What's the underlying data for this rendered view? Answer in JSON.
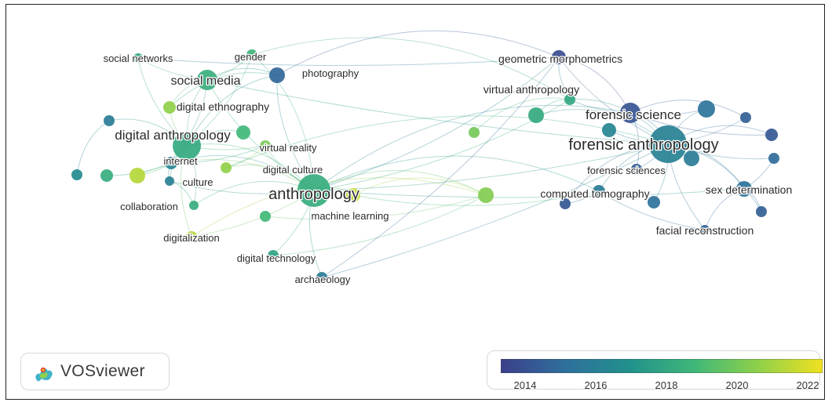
{
  "legend": {
    "colors": [
      "#3b3f8a",
      "#2f6f9c",
      "#21918c",
      "#3fb779",
      "#8fd04a",
      "#f0e120"
    ],
    "ticks": [
      "2014",
      "2016",
      "2018",
      "2020",
      "2022"
    ],
    "tick_range": [
      2013.5,
      2022.6
    ]
  },
  "logo": {
    "text": "VOSviewer"
  },
  "network": {
    "nodes": [
      {
        "id": "social-networks",
        "label": "social networks",
        "year": 2018.2
      },
      {
        "id": "gender",
        "label": "gender",
        "year": 2018.8
      },
      {
        "id": "photography",
        "label": "photography",
        "year": 2015.0
      },
      {
        "id": "social-media",
        "label": "social media",
        "year": 2018.6
      },
      {
        "id": "digital-ethnography",
        "label": "digital ethnography",
        "year": 2020.8
      },
      {
        "id": "digital-anthropology",
        "label": "digital anthropology",
        "year": 2018.3
      },
      {
        "id": "virtual-reality",
        "label": "virtual reality",
        "year": 2020.3
      },
      {
        "id": "internet",
        "label": "internet",
        "year": 2016.5
      },
      {
        "id": "digital-culture",
        "label": "digital culture",
        "year": 2020.8
      },
      {
        "id": "culture",
        "label": "culture",
        "year": 2016.2
      },
      {
        "id": "anthropology",
        "label": "anthropology",
        "year": 2018.5
      },
      {
        "id": "collaboration",
        "label": "collaboration",
        "year": 2018.5
      },
      {
        "id": "machine-learning",
        "label": "machine learning",
        "year": 2021.8
      },
      {
        "id": "digitalization",
        "label": "digitalization",
        "year": 2021.5
      },
      {
        "id": "digital-technology",
        "label": "digital technology",
        "year": 2018.0
      },
      {
        "id": "archaeology",
        "label": "archaeology",
        "year": 2016.0
      },
      {
        "id": "geometric-morphometrics",
        "label": "geometric morphometrics",
        "year": 2014.0
      },
      {
        "id": "virtual-anthropology",
        "label": "virtual anthropology",
        "year": 2018.2
      },
      {
        "id": "forensic-science",
        "label": "forensic science",
        "year": 2014.3
      },
      {
        "id": "forensic-anthropology",
        "label": "forensic anthropology",
        "year": 2016.3
      },
      {
        "id": "forensic-sciences",
        "label": "forensic sciences",
        "year": 2014.6
      },
      {
        "id": "computed-tomography",
        "label": "computed tomography",
        "year": 2016.0
      },
      {
        "id": "sex-determination",
        "label": "sex determination",
        "year": 2015.5
      },
      {
        "id": "facial-reconstruction",
        "label": "facial reconstruction",
        "year": 2014.8
      },
      {
        "id": "n1",
        "label": "",
        "year": 2019.0
      },
      {
        "id": "n2",
        "label": "",
        "year": 2016.0
      },
      {
        "id": "n3",
        "label": "",
        "year": 2021.5
      },
      {
        "id": "n4",
        "label": "",
        "year": 2018.5
      },
      {
        "id": "n5",
        "label": "",
        "year": 2016.8
      },
      {
        "id": "n6",
        "label": "",
        "year": 2020.5
      },
      {
        "id": "n7",
        "label": "",
        "year": 2020.2
      },
      {
        "id": "n8",
        "label": "",
        "year": 2018.3
      },
      {
        "id": "n9",
        "label": "",
        "year": 2019.0
      },
      {
        "id": "n10",
        "label": "",
        "year": 2015.6
      },
      {
        "id": "n11",
        "label": "",
        "year": 2014.7
      },
      {
        "id": "n12",
        "label": "",
        "year": 2014.5
      },
      {
        "id": "n13",
        "label": "",
        "year": 2015.2
      },
      {
        "id": "n14",
        "label": "",
        "year": 2014.7
      },
      {
        "id": "n15",
        "label": "",
        "year": 2016.0
      },
      {
        "id": "n16",
        "label": "",
        "year": 2015.5
      },
      {
        "id": "n17",
        "label": "",
        "year": 2014.4
      },
      {
        "id": "n18",
        "label": "",
        "year": 2016.5
      }
    ],
    "links": [
      [
        "anthropology",
        "digital-anthropology"
      ],
      [
        "anthropology",
        "social-media"
      ],
      [
        "anthropology",
        "internet"
      ],
      [
        "anthropology",
        "virtual-reality"
      ],
      [
        "anthropology",
        "digital-culture"
      ],
      [
        "anthropology",
        "machine-learning"
      ],
      [
        "anthropology",
        "archaeology"
      ],
      [
        "anthropology",
        "digital-technology"
      ],
      [
        "anthropology",
        "collaboration"
      ],
      [
        "anthropology",
        "culture"
      ],
      [
        "anthropology",
        "forensic-anthropology"
      ],
      [
        "anthropology",
        "forensic-science"
      ],
      [
        "anthropology",
        "virtual-anthropology"
      ],
      [
        "anthropology",
        "computed-tomography"
      ],
      [
        "anthropology",
        "geometric-morphometrics"
      ],
      [
        "anthropology",
        "photography"
      ],
      [
        "anthropology",
        "gender"
      ],
      [
        "anthropology",
        "digitalization"
      ],
      [
        "anthropology",
        "n3"
      ],
      [
        "anthropology",
        "n6"
      ],
      [
        "anthropology",
        "sex-determination"
      ],
      [
        "digital-anthropology",
        "social-media"
      ],
      [
        "digital-anthropology",
        "internet"
      ],
      [
        "digital-anthropology",
        "digital-ethnography"
      ],
      [
        "digital-anthropology",
        "culture"
      ],
      [
        "digital-anthropology",
        "social-networks"
      ],
      [
        "digital-anthropology",
        "gender"
      ],
      [
        "digital-anthropology",
        "photography"
      ],
      [
        "digital-anthropology",
        "virtual-reality"
      ],
      [
        "digital-anthropology",
        "collaboration"
      ],
      [
        "digital-anthropology",
        "n2"
      ],
      [
        "digital-anthropology",
        "n1"
      ],
      [
        "digital-anthropology",
        "digitalization"
      ],
      [
        "social-media",
        "social-networks"
      ],
      [
        "social-media",
        "gender"
      ],
      [
        "social-media",
        "photography"
      ],
      [
        "social-media",
        "digital-ethnography"
      ],
      [
        "social-media",
        "internet"
      ],
      [
        "internet",
        "culture"
      ],
      [
        "internet",
        "n3"
      ],
      [
        "internet",
        "virtual-reality"
      ],
      [
        "culture",
        "collaboration"
      ],
      [
        "digital-culture",
        "virtual-reality"
      ],
      [
        "digital-ethnography",
        "photography"
      ],
      [
        "n4",
        "internet"
      ],
      [
        "n5",
        "n2"
      ],
      [
        "forensic-anthropology",
        "forensic-science"
      ],
      [
        "forensic-anthropology",
        "forensic-sciences"
      ],
      [
        "forensic-anthropology",
        "computed-tomography"
      ],
      [
        "forensic-anthropology",
        "sex-determination"
      ],
      [
        "forensic-anthropology",
        "facial-reconstruction"
      ],
      [
        "forensic-anthropology",
        "geometric-morphometrics"
      ],
      [
        "forensic-anthropology",
        "virtual-anthropology"
      ],
      [
        "forensic-anthropology",
        "n10"
      ],
      [
        "forensic-anthropology",
        "n11"
      ],
      [
        "forensic-anthropology",
        "n12"
      ],
      [
        "forensic-anthropology",
        "n13"
      ],
      [
        "forensic-anthropology",
        "n14"
      ],
      [
        "forensic-anthropology",
        "n15"
      ],
      [
        "forensic-anthropology",
        "n16"
      ],
      [
        "forensic-anthropology",
        "n17"
      ],
      [
        "forensic-anthropology",
        "n18"
      ],
      [
        "forensic-science",
        "geometric-morphometrics"
      ],
      [
        "forensic-science",
        "virtual-anthropology"
      ],
      [
        "forensic-science",
        "n10"
      ],
      [
        "forensic-science",
        "n11"
      ],
      [
        "forensic-science",
        "n12"
      ],
      [
        "forensic-science",
        "forensic-sciences"
      ],
      [
        "sex-determination",
        "n13"
      ],
      [
        "sex-determination",
        "n14"
      ],
      [
        "sex-determination",
        "facial-reconstruction"
      ],
      [
        "computed-tomography",
        "n17"
      ],
      [
        "computed-tomography",
        "facial-reconstruction"
      ],
      [
        "virtual-anthropology",
        "geometric-morphometrics"
      ],
      [
        "virtual-anthropology",
        "n8"
      ],
      [
        "n8",
        "forensic-anthropology"
      ],
      [
        "n9",
        "n6"
      ],
      [
        "machine-learning",
        "n6"
      ],
      [
        "machine-learning",
        "computed-tomography"
      ],
      [
        "digital-culture",
        "forensic-anthropology"
      ],
      [
        "social-media",
        "forensic-anthropology"
      ],
      [
        "photography",
        "geometric-morphometrics"
      ],
      [
        "archaeology",
        "forensic-anthropology"
      ],
      [
        "digitalization",
        "n6"
      ],
      [
        "social-networks",
        "geometric-morphometrics"
      ],
      [
        "gender",
        "virtual-anthropology"
      ],
      [
        "digital-technology",
        "n6"
      ],
      [
        "n7",
        "virtual-anthropology"
      ],
      [
        "archaeology",
        "geometric-morphometrics"
      ]
    ]
  }
}
